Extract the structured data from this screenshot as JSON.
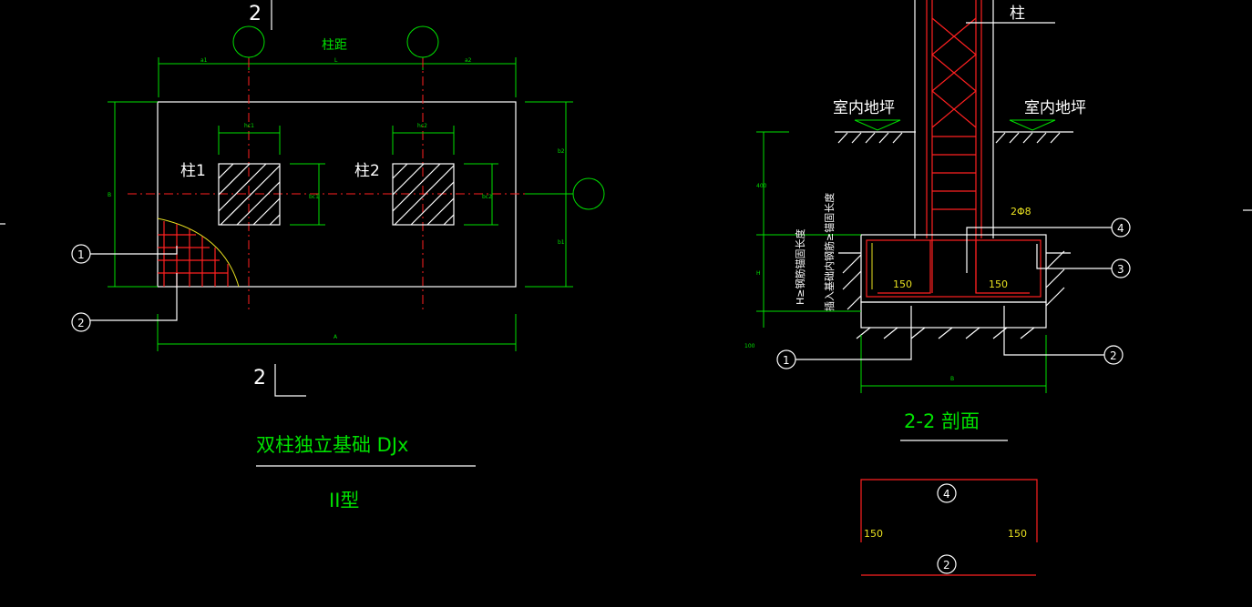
{
  "plan": {
    "section_mark_top": "2",
    "section_mark_bottom": "2",
    "dim_column_spacing": "柱距",
    "dim_a1": "a1",
    "dim_l": "L",
    "dim_a2": "a2",
    "dim_b": "B",
    "dim_a": "A",
    "dim_b1": "b1",
    "dim_b2": "b2",
    "dim_hc1": "hc1",
    "dim_hc2": "hc2",
    "dim_bc1": "bc1",
    "dim_bc2": "bc2",
    "column1": "柱1",
    "column2": "柱2",
    "callout1": "1",
    "callout2": "2"
  },
  "plan_title": {
    "main": "双柱独立基础 DJx",
    "type": "II型"
  },
  "section": {
    "column": "柱",
    "floor_left": "室内地坪",
    "floor_right": "室内地坪",
    "rebar_note": "2Φ8",
    "dim_150_left": "150",
    "dim_150_right": "150",
    "vertical_note_1": "H≥钢筋锚固长度",
    "vertical_note_2": "插入基础内钢筋≥锚固长度",
    "dim_400": "400",
    "dim_h": "H",
    "dim_100": "100",
    "dim_b": "B",
    "callout1": "1",
    "callout2": "2",
    "callout3": "3",
    "callout4": "4",
    "title": "2-2 剖面"
  },
  "detail": {
    "callout4": "4",
    "callout2": "2",
    "dim_left": "150",
    "dim_right": "150"
  }
}
